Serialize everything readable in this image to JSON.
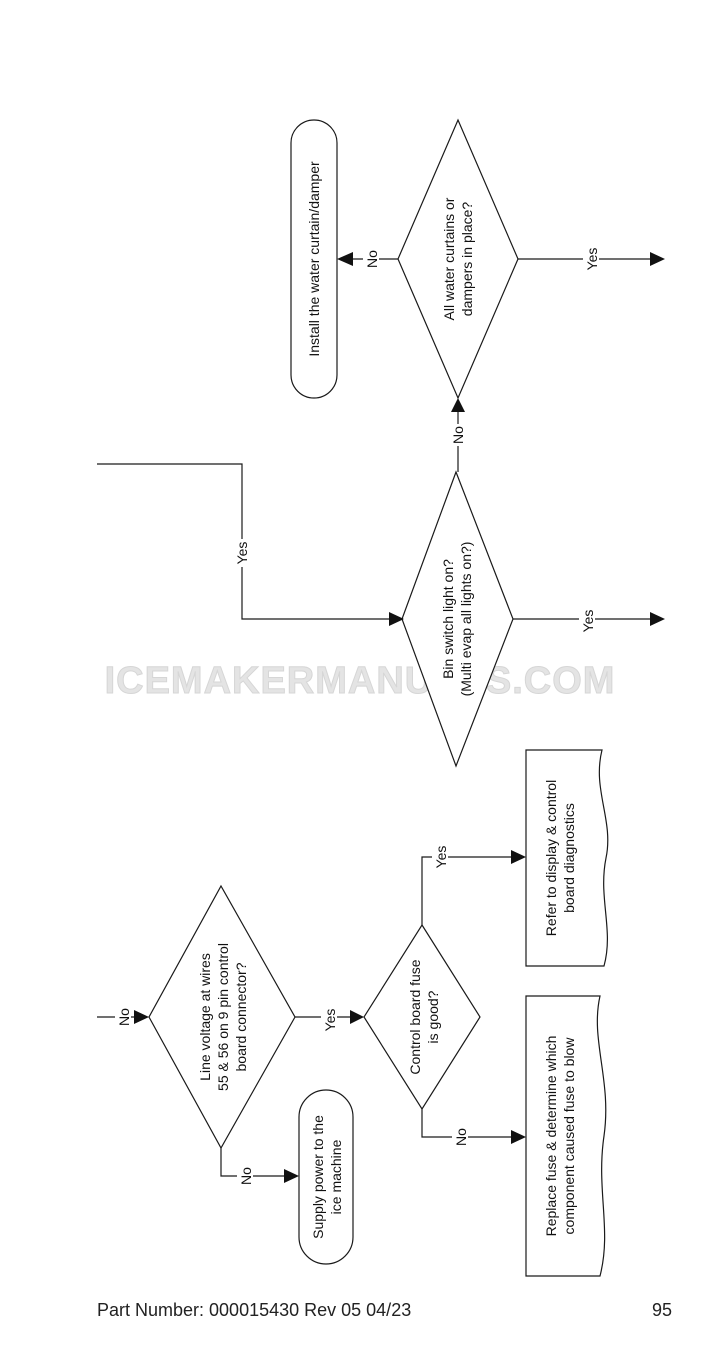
{
  "watermark": "ICEMAKERMANUALS.COM",
  "nodes": {
    "install_curtain": "Install the water curtain/damper",
    "water_curtains_q": [
      "All water curtains or",
      "dampers in place?"
    ],
    "bin_switch_q": [
      "Bin switch light on?",
      "(Multi evap all lights on?)"
    ],
    "line_voltage_q": [
      "Line voltage at wires",
      "55 & 56 on 9 pin control",
      "board connector?"
    ],
    "supply_power": [
      "Supply power to the",
      "ice machine"
    ],
    "fuse_q": [
      "Control board fuse",
      "is good?"
    ],
    "display_diag": [
      "Refer to display & control",
      "board diagnostics"
    ],
    "replace_fuse": [
      "Replace fuse & determine which",
      "component caused  fuse to blow"
    ]
  },
  "labels": {
    "yes": "Yes",
    "no": "No"
  },
  "footer": {
    "part_number": "Part Number: 000015430 Rev 05 04/23",
    "page": "95"
  }
}
